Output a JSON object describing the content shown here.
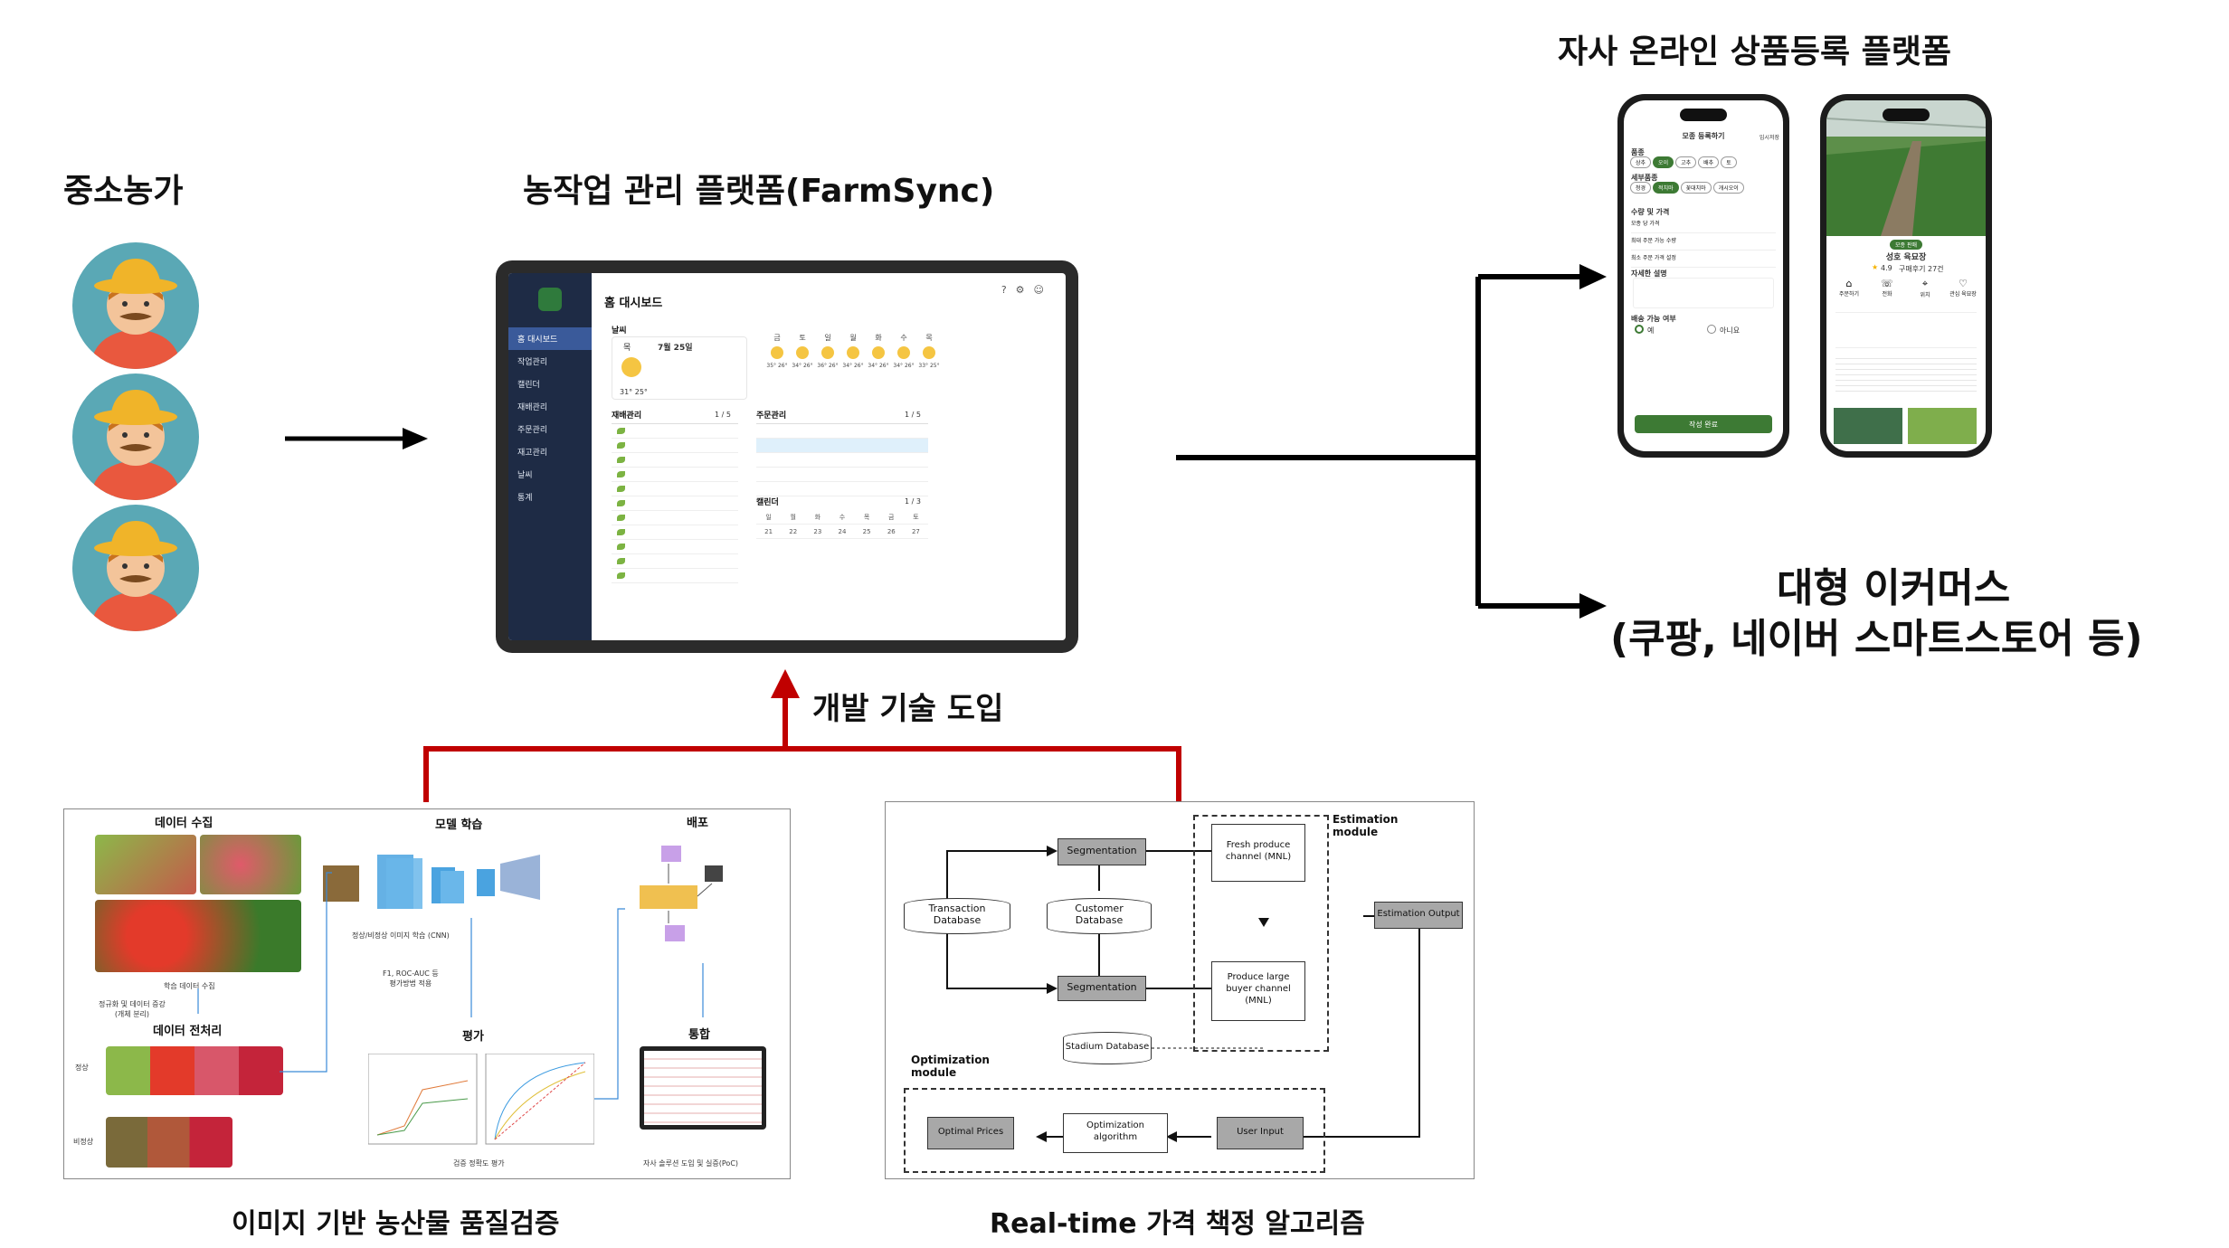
{
  "headings": {
    "farmers": "중소농가",
    "platform": "농작업 관리 플랫폼(FarmSync)",
    "own_platform": "자사 온라인 상품등록 플랫폼",
    "ecommerce_line1": "대형 이커머스",
    "ecommerce_line2": "(쿠팡, 네이버 스마트스토어 등)",
    "tech_adoption": "개발 기술 도입",
    "quality_caption": "이미지 기반 농산물 품질검증",
    "pricing_caption": "Real-time 가격 책정 알고리즘"
  },
  "dashboard": {
    "title": "홈 대시보드",
    "menu": [
      "홈 대시보드",
      "작업관리",
      "캘린더",
      "재배관리",
      "주문관리",
      "재고관리",
      "날씨",
      "통계"
    ],
    "weather_label": "날씨",
    "today_day": "목",
    "today_date": "7월 25일",
    "today_temp": "31° 25°",
    "days": [
      "금",
      "토",
      "일",
      "월",
      "화",
      "수",
      "목"
    ],
    "day_temps": [
      "35° 26°",
      "34° 26°",
      "36° 26°",
      "34° 26°",
      "34° 26°",
      "34° 26°",
      "33° 25°"
    ],
    "crop_section": "재배관리",
    "crop_pager": "1 / 5",
    "order_section": "주문관리",
    "order_pager": "1 / 5",
    "calendar_section": "캘린더",
    "calendar_pager": "1 / 3",
    "calendar_days": [
      "일",
      "월",
      "화",
      "수",
      "목",
      "금",
      "토"
    ],
    "calendar_dates": [
      "21",
      "22",
      "23",
      "24",
      "25",
      "26",
      "27"
    ]
  },
  "phone1": {
    "title": "모종 등록하기",
    "temp_save": "임시저장",
    "crop_label": "품종",
    "crops": [
      "상추",
      "오이",
      "고추",
      "배추",
      "토"
    ],
    "detail_label": "세부품종",
    "details": [
      "청경",
      "적치마",
      "꽃대치마",
      "개시오이"
    ],
    "price_label": "수량 및 가격",
    "price_rows": [
      "모종 당 가격",
      "최대 주문 가능 수량",
      "최소 주문 가격 설정"
    ],
    "desc_label": "자세한 설명",
    "delivery_label": "배송 가능 여부",
    "delivery_yes": "예",
    "delivery_no": "아니요",
    "submit": "작성 완료"
  },
  "phone2": {
    "badge": "모종 판매",
    "farm_name": "성호 육묘장",
    "rating": "4.9",
    "buyers": "구매후기 27건",
    "actions": [
      "주문하기",
      "전화",
      "위치",
      "관심 육묘장"
    ]
  },
  "quality_panel": {
    "data_collection": "데이터 수집",
    "model_training": "모델 학습",
    "deployment": "배포",
    "training_collection": "학습 데이터 수집",
    "normalization": "정규화 및 데이터 증강\n(개체 분리)",
    "preprocessing": "데이터 전처리",
    "normal": "정상",
    "abnormal": "비정상",
    "cnn_caption": "정상/비정상 이미지 학습 (CNN)",
    "metrics": "F1, ROC-AUC 등\n평가방법 적용",
    "evaluation": "평가",
    "eval_caption": "검증 정확도 평가",
    "integration": "통합",
    "integration_caption": "자사 솔루션 도입 및 실증(PoC)"
  },
  "pricing_panel": {
    "estimation_module": "Estimation\nmodule",
    "optimization_module": "Optimization\nmodule",
    "segmentation": "Segmentation",
    "transaction_db": "Transaction\nDatabase",
    "customer_db": "Customer\nDatabase",
    "fresh_channel": "Fresh produce\nchannel (MNL)",
    "large_buyer": "Produce large\nbuyer channel\n(MNL)",
    "estimation_output": "Estimation Output",
    "stadium_db": "Stadium Database",
    "optimal_prices": "Optimal Prices",
    "optimization_algorithm": "Optimization\nalgorithm",
    "user_input": "User Input"
  }
}
